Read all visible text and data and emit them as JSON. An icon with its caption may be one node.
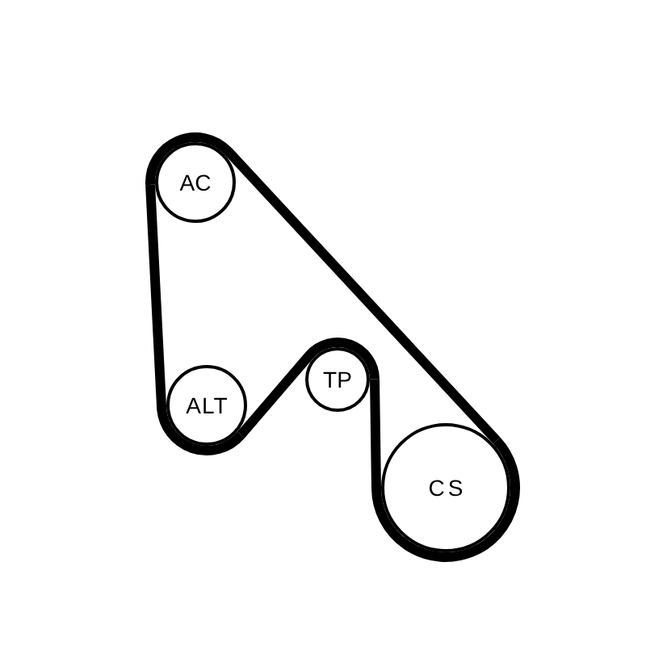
{
  "diagram": {
    "nodes": [
      {
        "text": [
          "AC"
        ]
      },
      {
        "text": [
          "ALT"
        ]
      },
      {
        "text": [
          "TP"
        ]
      },
      {
        "text": [
          "CS"
        ]
      }
    ],
    "edges": [
      {
        "from": 0,
        "to": 1,
        "arrow": "none"
      },
      {
        "from": 1,
        "to": 2,
        "arrow": "none"
      },
      {
        "from": 2,
        "to": 3,
        "arrow": "none"
      },
      {
        "from": 3,
        "to": 0,
        "arrow": "none"
      }
    ]
  }
}
